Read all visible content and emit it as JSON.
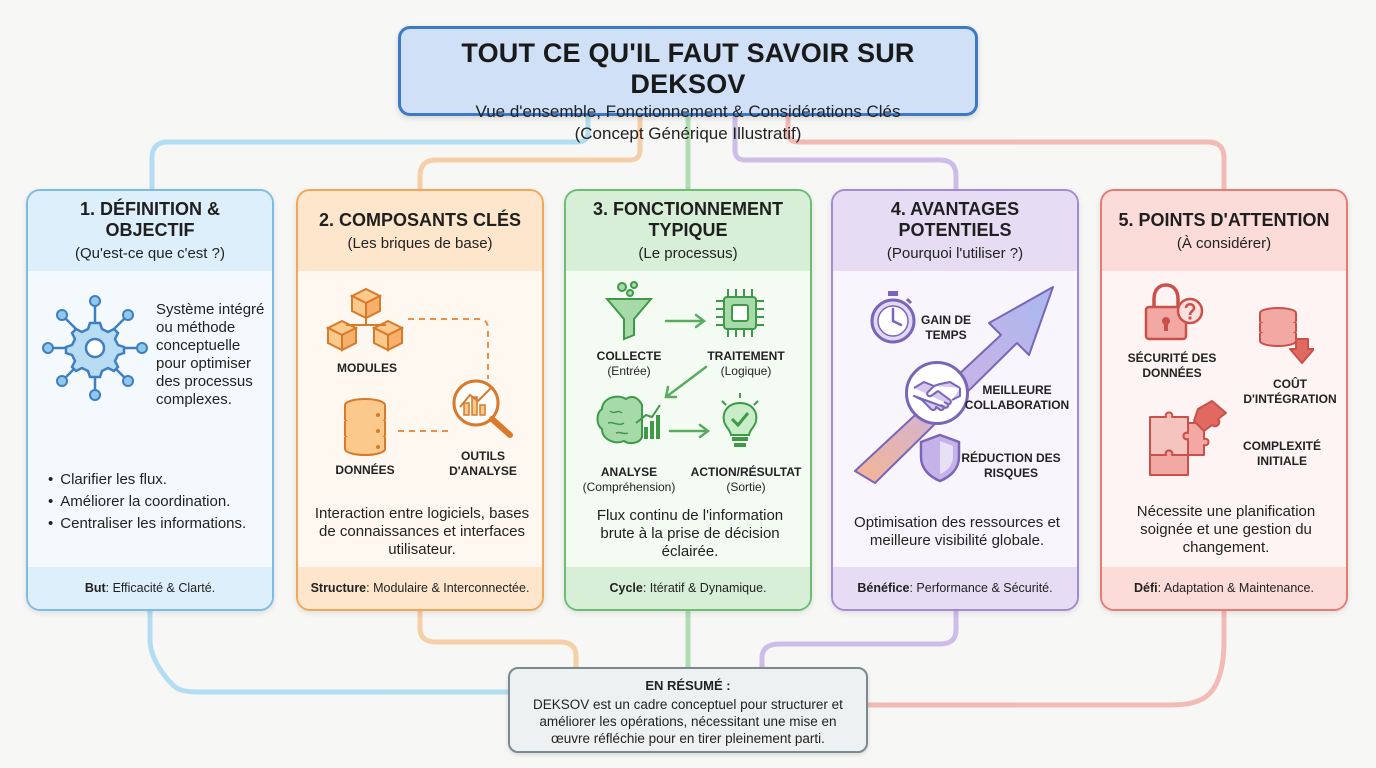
{
  "header": {
    "title": "TOUT CE QU'IL FAUT SAVOIR SUR DEKSOV",
    "subtitle_line1": "Vue d'ensemble, Fonctionnement & Considérations Clés",
    "subtitle_line2": "(Concept Générique Illustratif)"
  },
  "colors": {
    "blue": "#7cbde8",
    "orange": "#f2a85a",
    "green": "#6cbf72",
    "purple": "#a58ad6",
    "red": "#e87b74",
    "header": "#3d78c9"
  },
  "cards": [
    {
      "title": "1. DÉFINITION & OBJECTIF",
      "subtitle": "(Qu'est-ce que c'est ?)",
      "icon": "network-gear-icon",
      "description": "Système intégré ou méthode conceptuelle pour optimiser des processus complexes.",
      "bullets": [
        "Clarifier les flux.",
        "Améliorer la coordination.",
        "Centraliser les informations."
      ],
      "footer_label": "But",
      "footer_text": ": Efficacité & Clarté."
    },
    {
      "title": "2. COMPOSANTS CLÉS",
      "subtitle": "(Les briques de base)",
      "items": [
        {
          "label": "MODULES",
          "icon": "cubes-icon"
        },
        {
          "label": "DONNÉES",
          "icon": "database-icon"
        },
        {
          "label": "OUTILS D'ANALYSE",
          "icon": "magnifier-chart-icon"
        }
      ],
      "description": "Interaction entre logiciels, bases de connaissances et interfaces utilisateur.",
      "footer_label": "Structure",
      "footer_text": ": Modulaire & Interconnectée."
    },
    {
      "title": "3. FONCTIONNEMENT TYPIQUE",
      "subtitle": "(Le processus)",
      "steps": [
        {
          "label": "COLLECTE",
          "sub": "(Entrée)",
          "icon": "funnel-icon"
        },
        {
          "label": "TRAITEMENT",
          "sub": "(Logique)",
          "icon": "chip-icon"
        },
        {
          "label": "ANALYSE",
          "sub": "(Compréhension)",
          "icon": "brain-chart-icon"
        },
        {
          "label": "ACTION/RÉSULTAT",
          "sub": "(Sortie)",
          "icon": "lightbulb-check-icon"
        }
      ],
      "description": "Flux continu de l'information brute à la prise de décision éclairée.",
      "footer_label": "Cycle",
      "footer_text": ": Itératif & Dynamique."
    },
    {
      "title": "4. AVANTAGES POTENTIELS",
      "subtitle": "(Pourquoi l'utiliser ?)",
      "items": [
        {
          "label": "GAIN DE TEMPS",
          "icon": "stopwatch-icon"
        },
        {
          "label": "MEILLEURE COLLABORATION",
          "icon": "handshake-icon"
        },
        {
          "label": "RÉDUCTION DES RISQUES",
          "icon": "shield-icon"
        }
      ],
      "description": "Optimisation des ressources et meilleure visibilité globale.",
      "footer_label": "Bénéfice",
      "footer_text": ": Performance & Sécurité."
    },
    {
      "title": "5. POINTS D'ATTENTION",
      "subtitle": "(À considérer)",
      "items": [
        {
          "label": "SÉCURITÉ DES DONNÉES",
          "icon": "padlock-question-icon"
        },
        {
          "label": "COÛT D'INTÉGRATION",
          "icon": "coins-down-icon"
        },
        {
          "label": "COMPLEXITÉ INITIALE",
          "icon": "puzzle-icon"
        }
      ],
      "description": "Nécessite une planification soignée et une gestion du changement.",
      "footer_label": "Défi",
      "footer_text": ": Adaptation & Maintenance."
    }
  ],
  "summary": {
    "title": "EN RÉSUMÉ :",
    "text": "DEKSOV est un cadre conceptuel pour structurer et améliorer les opérations, nécessitant une mise en œuvre réfléchie pour en tirer pleinement parti."
  }
}
